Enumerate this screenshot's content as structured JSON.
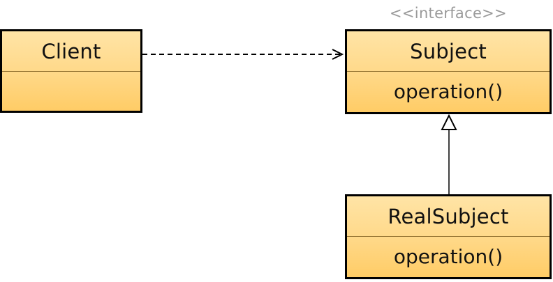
{
  "classes": {
    "client": {
      "name": "Client",
      "operation": ""
    },
    "subject": {
      "stereotype": "<<interface>>",
      "name": "Subject",
      "operation": "operation()"
    },
    "real_subject": {
      "name": "RealSubject",
      "operation": "operation()"
    }
  },
  "relationships": [
    {
      "type": "dependency",
      "from": "Client",
      "to": "Subject",
      "line": "dashed",
      "arrowhead": "open"
    },
    {
      "type": "realization",
      "from": "RealSubject",
      "to": "Subject",
      "line": "solid",
      "arrowhead": "hollow-triangle"
    }
  ],
  "colors": {
    "class_fill_top": "#ffe4a6",
    "class_fill_bottom": "#ffcc66",
    "class_border": "#000000",
    "stereotype_text": "#9a9a9a"
  }
}
